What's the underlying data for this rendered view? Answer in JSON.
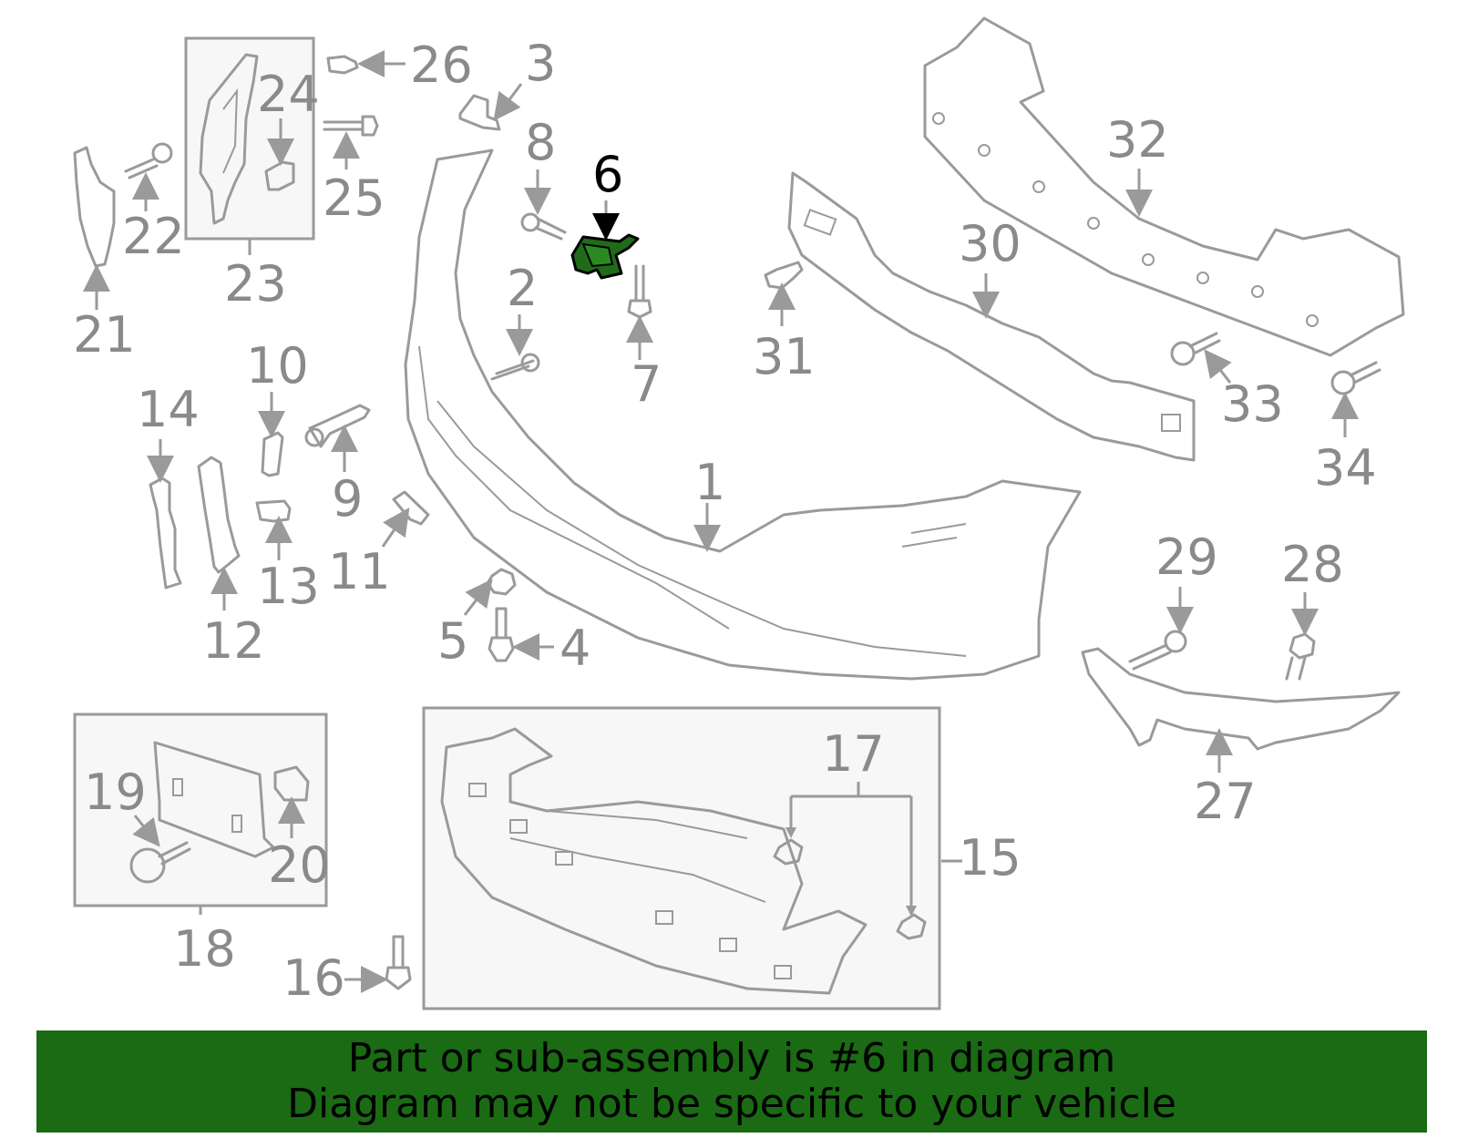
{
  "callouts": {
    "n1": "1",
    "n2": "2",
    "n3": "3",
    "n4": "4",
    "n5": "5",
    "n6": "6",
    "n7": "7",
    "n8": "8",
    "n9": "9",
    "n10": "10",
    "n11": "11",
    "n12": "12",
    "n13": "13",
    "n14": "14",
    "n15": "15",
    "n16": "16",
    "n17": "17",
    "n18": "18",
    "n19": "19",
    "n20": "20",
    "n21": "21",
    "n22": "22",
    "n23": "23",
    "n24": "24",
    "n25": "25",
    "n26": "26",
    "n27": "27",
    "n28": "28",
    "n29": "29",
    "n30": "30",
    "n31": "31",
    "n32": "32",
    "n33": "33",
    "n34": "34"
  },
  "highlighted_part": "6",
  "banner": {
    "line1": "Part or sub-assembly is #6 in diagram",
    "line2": "Diagram may not be specific to your vehicle"
  },
  "colors": {
    "highlight": "#1f6b1a",
    "banner_bg": "#1a6b14",
    "line": "#9a9a9a"
  }
}
